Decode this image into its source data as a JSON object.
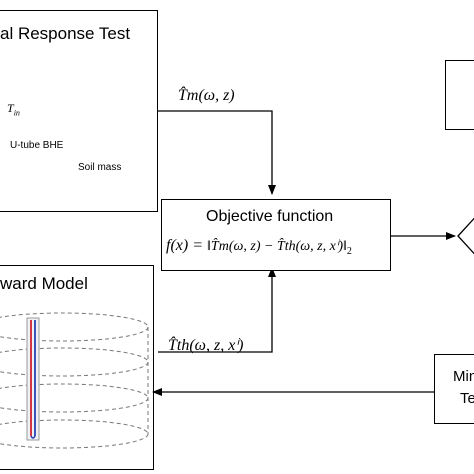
{
  "trt": {
    "title": "al Response Test",
    "label_tin": "T",
    "label_tin_sub": "in",
    "label_utube": "U-tube BHE",
    "label_soil": "Soil mass"
  },
  "forward": {
    "title": "ward Model"
  },
  "objective": {
    "title": "Objective function",
    "f_lhs": "f(x) =",
    "f_rhs": "‖T̂m(ω, z) − T̂th(ω, z, xⁱ)‖",
    "norm_sub": "2"
  },
  "edges": {
    "tm_label": "T̂m(ω, z)",
    "tth_label": "T̂th(ω, z, xⁱ)"
  },
  "min": {
    "line1": "Min",
    "line2": "Te"
  },
  "colors": {
    "truck": "#1f6fc4",
    "pipe_red": "#d0202a",
    "pipe_blue": "#2a3fb0"
  }
}
